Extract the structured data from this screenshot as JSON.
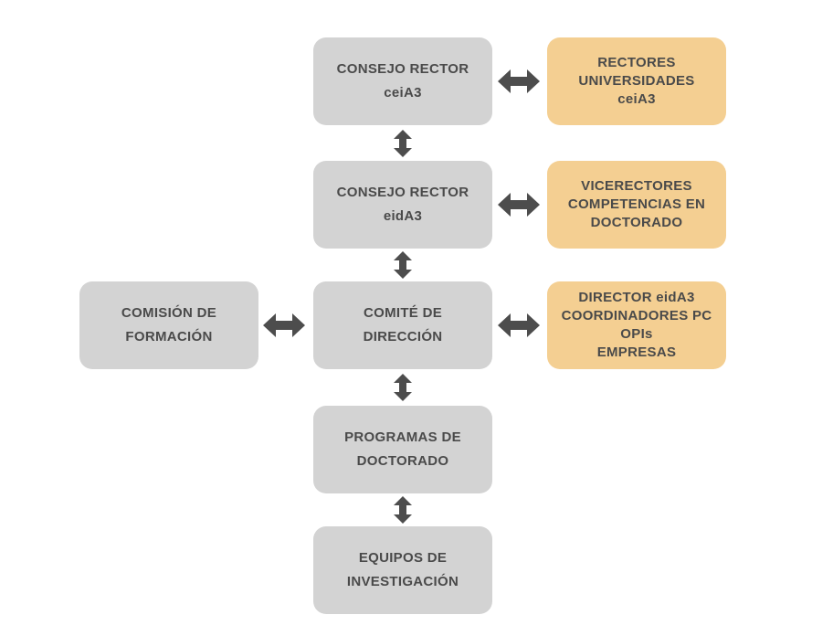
{
  "colors": {
    "gray_box": "#d3d3d3",
    "orange_box": "#f4cf92",
    "text": "#4a4a4a",
    "arrow": "#4d4d4d"
  },
  "nodes": {
    "consejo_rector_ceia3": [
      "CONSEJO RECTOR",
      "ceiA3"
    ],
    "rectores_universidades": [
      "RECTORES",
      "UNIVERSIDADES",
      "ceiA3"
    ],
    "consejo_rector_eida3": [
      "CONSEJO RECTOR",
      "eidA3"
    ],
    "vicerectores": [
      "VICERECTORES",
      "COMPETENCIAS EN",
      "DOCTORADO"
    ],
    "comision_formacion": [
      "COMISIÓN DE",
      "FORMACIÓN"
    ],
    "comite_direccion": [
      "COMITÉ DE",
      "DIRECCIÓN"
    ],
    "director_coordinadores": [
      "DIRECTOR eidA3",
      "COORDINADORES PC",
      "OPIs",
      "EMPRESAS"
    ],
    "programas_doctorado": [
      "PROGRAMAS DE",
      "DOCTORADO"
    ],
    "equipos_investigacion": [
      "EQUIPOS DE",
      "INVESTIGACIÓN"
    ]
  },
  "arrows": {
    "icon": "double-arrow-icon"
  }
}
